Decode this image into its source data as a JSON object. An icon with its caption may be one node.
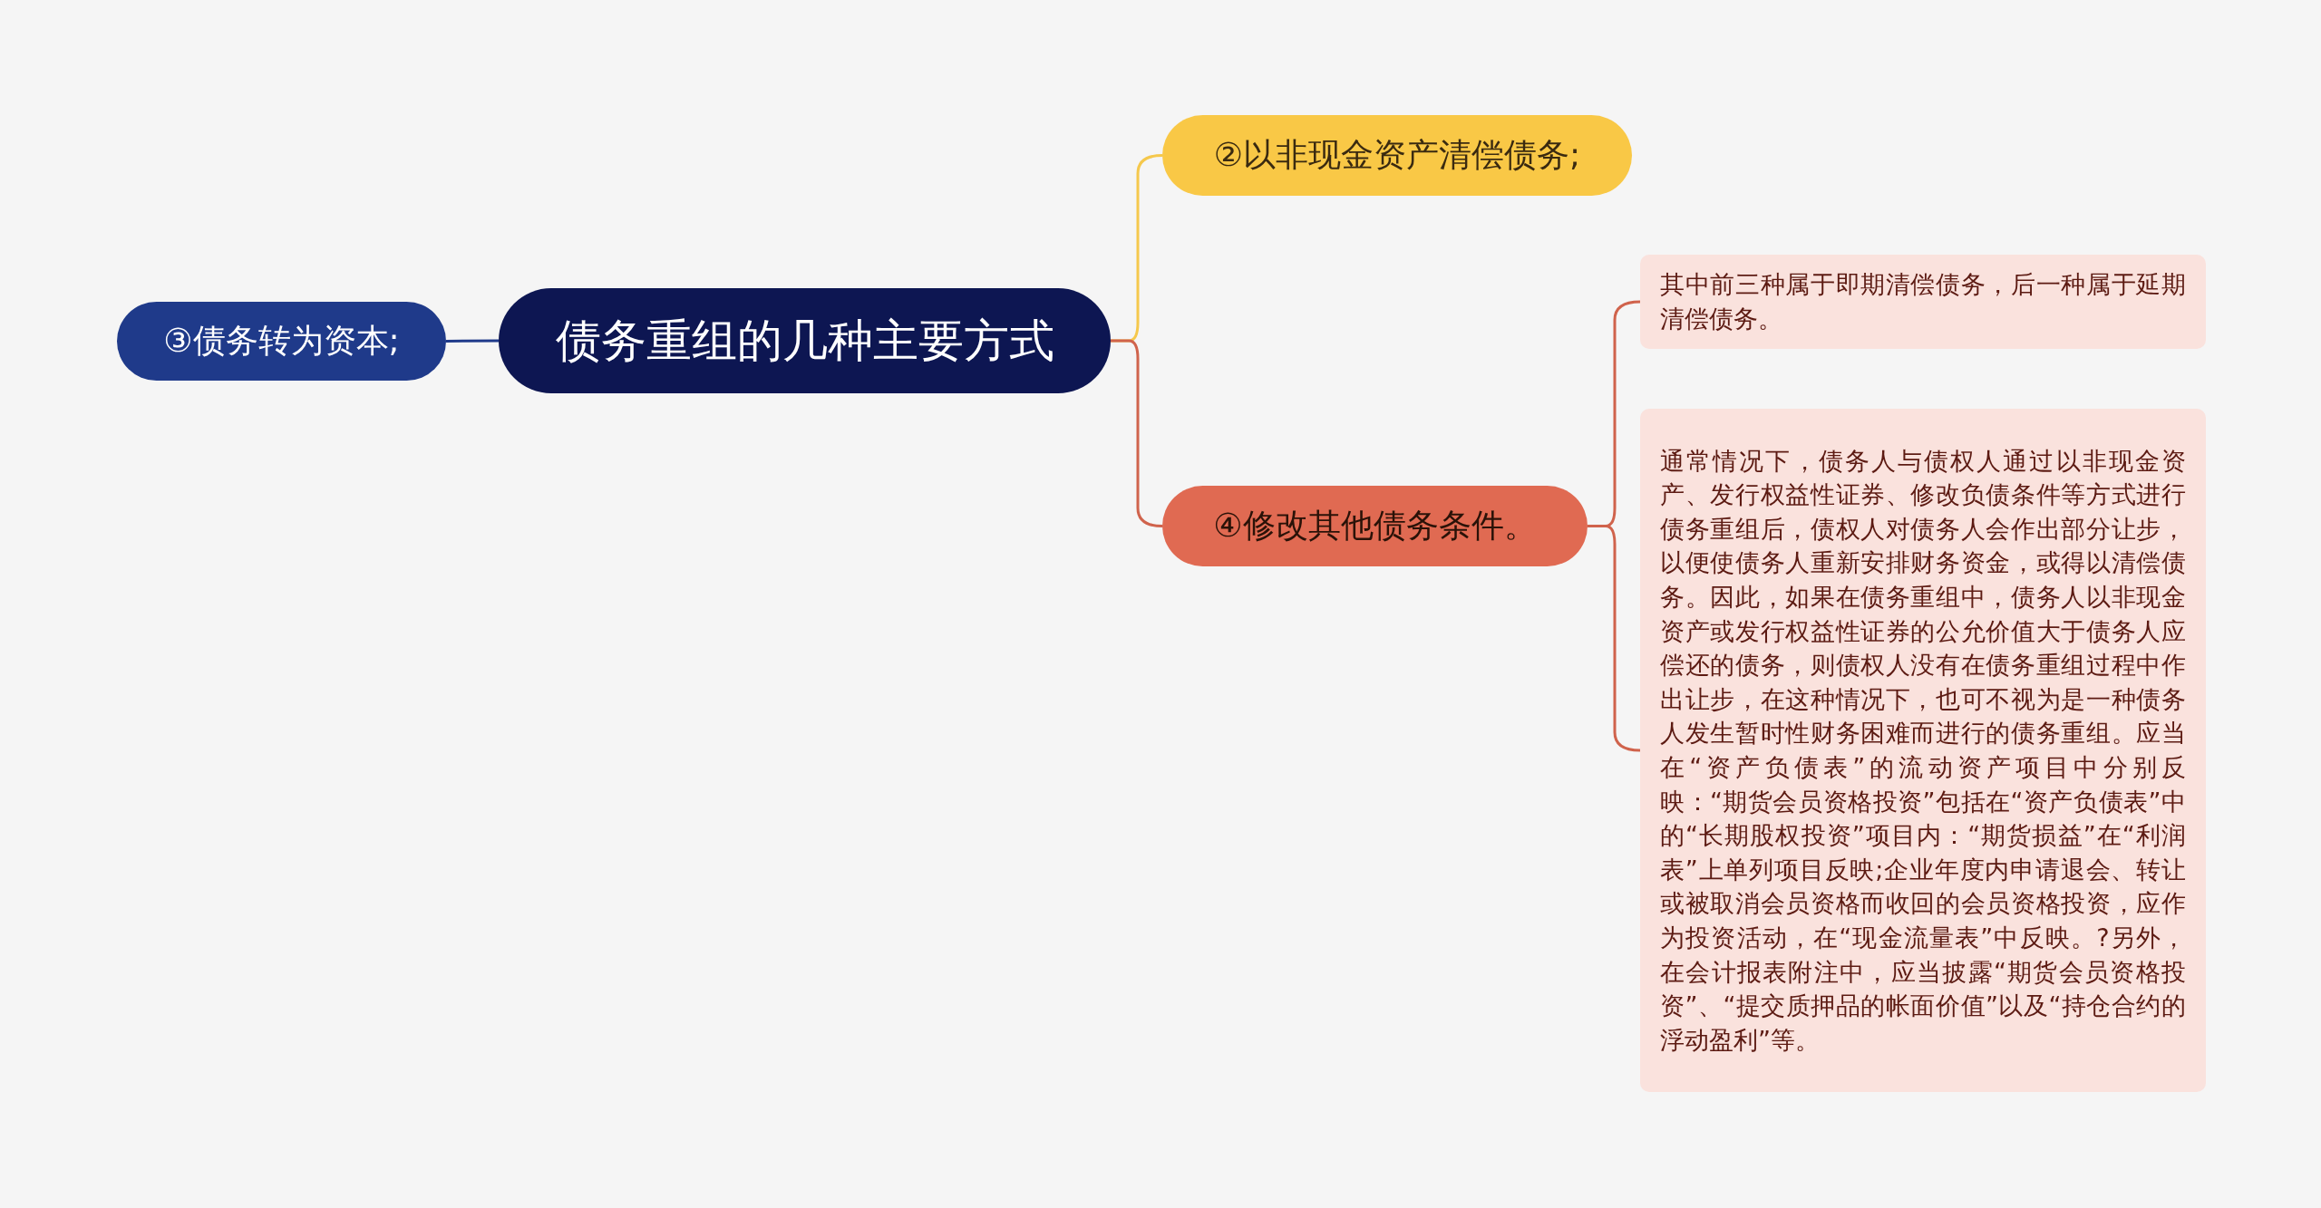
{
  "diagram": {
    "nodes": [
      {
        "text": [
          "债务重组的几种主要方式"
        ]
      },
      {
        "text": [
          "②以非现金资产清偿债务;"
        ]
      },
      {
        "text": [
          "③债务转为资本;"
        ]
      },
      {
        "text": [
          "④修改其他债务条件。"
        ]
      },
      {
        "text": [
          "其中前三种属于即期清偿债务，后一种属于延期清偿债务。"
        ]
      },
      {
        "text": [
          "通常情况下，债务人与债权人通过以非现金资产、发行权益性证券、修改负债条件等方式进行债务重组后，债权人对债务人会作出部分让步，以便使债务人重新安排财务资金，或得以清偿债务。因此，如果在债务重组中，债务人以非现金资产或发行权益性证券的公允价值大于债务人应偿还的债务，则债权人没有在债务重组过程中作出让步，在这种情况下，也可不视为是一种债务人发生暂时性财务困难而进行的债务重组。应当在“资产负债表”的流动资产项目中分别反映：“期货会员资格投资”包括在“资产负债表”中的“长期股权投资”项目内：“期货损益”在“利润表”上单列项目反映;企业年度内申请退会、转让或被取消会员资格而收回的会员资格投资，应作为投资活动，在“现金流量表”中反映。?另外，在会计报表附注中，应当披露“期货会员资格投资”、“提交质押品的帐面价值”以及“持仓合约的浮动盈利”等。"
        ]
      }
    ],
    "edges": [
      {
        "from": 0,
        "to": 1,
        "arrow": "none",
        "color": "#f5c84c"
      },
      {
        "from": 0,
        "to": 2,
        "arrow": "none",
        "color": "#1f3a8a"
      },
      {
        "from": 0,
        "to": 3,
        "arrow": "none"
      },
      {
        "from": 3,
        "to": 4,
        "arrow": "none"
      },
      {
        "from": 3,
        "to": 5,
        "arrow": "none"
      }
    ]
  }
}
